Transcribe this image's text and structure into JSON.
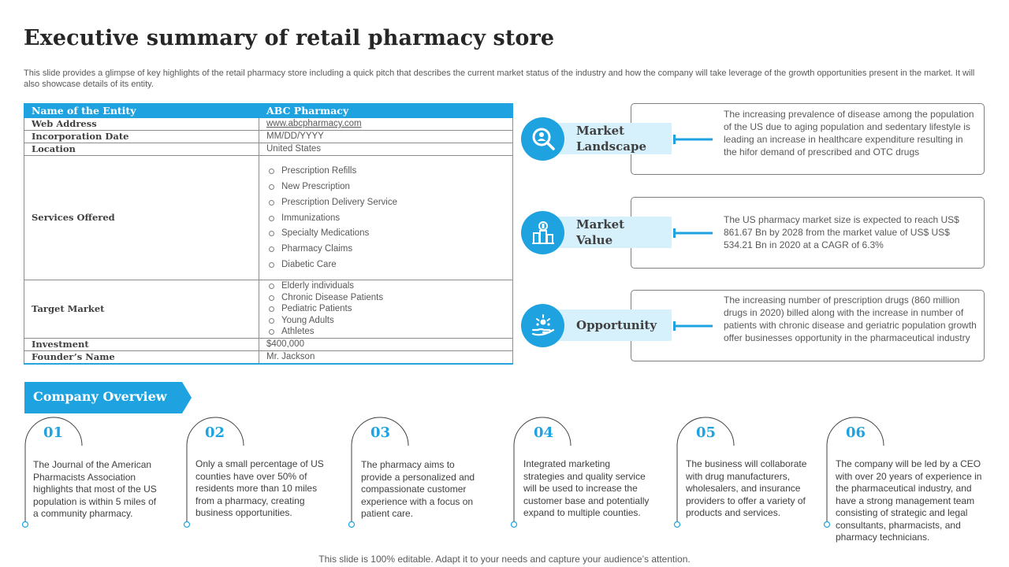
{
  "title": "Executive summary of retail pharmacy store",
  "subtitle": "This slide provides a glimpse of key highlights of the retail pharmacy store including a quick pitch that describes the current market status of the industry and how the company will take leverage of the growth opportunities present in the market. It will also showcase details of its entity.",
  "entity": {
    "header_key": "Name of the Entity",
    "header_value": "ABC Pharmacy",
    "web_address_key": "Web Address",
    "web_address_value": "www.abcpharmacy.com",
    "incorporation_key": "Incorporation Date",
    "incorporation_value": "MM/DD/YYYY",
    "location_key": "Location",
    "location_value": "United States",
    "services_key": "Services Offered",
    "services": [
      "Prescription Refills",
      "New Prescription",
      "Prescription Delivery Service",
      "Immunizations",
      "Specialty Medications",
      "Pharmacy Claims",
      "Diabetic Care"
    ],
    "target_key": "Target Market",
    "targets": [
      "Elderly individuals",
      "Chronic Disease Patients",
      "Pediatric Patients",
      "Young Adults",
      "Athletes"
    ],
    "investment_key": "Investment",
    "investment_value": "$400,000",
    "founder_key": "Founder’s Name",
    "founder_value": "Mr. Jackson"
  },
  "cards": [
    {
      "label_line1": "Market",
      "label_line2": "Landscape",
      "icon": "market-landscape-search-icon",
      "text": "The increasing prevalence of disease among the population of the US due to aging population and sedentary lifestyle is leading an increase in healthcare expenditure resulting in the hifor demand of prescribed and OTC drugs"
    },
    {
      "label_line1": "Market",
      "label_line2": "Value",
      "icon": "market-value-buildings-icon",
      "text": "The US pharmacy market size is expected to reach US$ 861.67 Bn by 2028 from the market value of US$ US$ 534.21 Bn in 2020 at a CAGR of 6.3%"
    },
    {
      "label_line1": "Opportunity",
      "icon": "opportunity-hand-icon",
      "text": "The increasing number of prescription drugs (860 million drugs in 2020) billed along with the increase in number of patients with chronic disease and geriatric population growth offer businesses opportunity in the pharmaceutical industry"
    }
  ],
  "company_overview": {
    "label": "Company Overview",
    "steps": [
      {
        "num": "01",
        "text": "The Journal of the American Pharmacists Association highlights that most of the US population is within 5 miles of a community pharmacy."
      },
      {
        "num": "02",
        "text": "Only a small percentage of US counties have over 50% of residents more than 10 miles from a pharmacy, creating business opportunities."
      },
      {
        "num": "03",
        "text": "The pharmacy aims to provide a personalized and compassionate customer experience with a focus on patient care."
      },
      {
        "num": "04",
        "text": "Integrated marketing strategies and quality service will be used to increase the customer base and potentially expand to multiple counties."
      },
      {
        "num": "05",
        "text": "The business will collaborate with drug manufacturers, wholesalers, and insurance providers to offer a variety of products and services."
      },
      {
        "num": "06",
        "text": "The company will be led by a CEO with over 20 years of experience in the pharmaceutical industry, and have a strong management team consisting of strategic and legal consultants, pharmacists, and pharmacy technicians."
      }
    ]
  },
  "footer": "This slide is 100% editable. Adapt it to your needs and capture your audience’s attention.",
  "colors": {
    "accent": "#1fa3e0",
    "band": "#d7f1fc",
    "text": "#404040"
  }
}
